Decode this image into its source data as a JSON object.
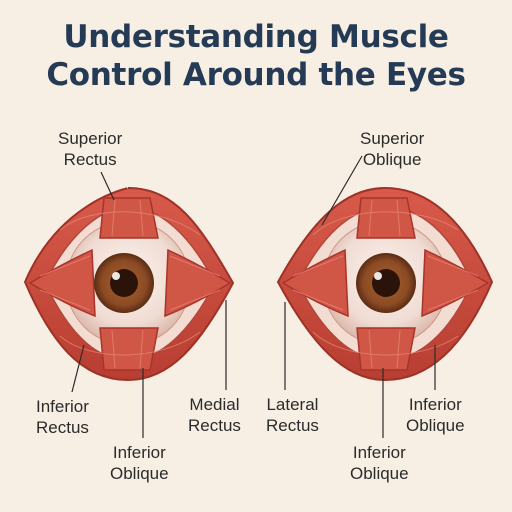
{
  "title": {
    "line1": "Understanding Muscle",
    "line2": "Control Around the Eyes"
  },
  "labels": {
    "left_superior_rectus": [
      "Superior",
      "Rectus"
    ],
    "left_inferior_rectus": [
      "Inferior",
      "Rectus"
    ],
    "left_inferior_oblique": [
      "Inferior",
      "Oblique"
    ],
    "left_medial_rectus": [
      "Medial",
      "Rectus"
    ],
    "right_superior_oblique": [
      "Superior",
      "Oblique"
    ],
    "right_lateral_rectus": [
      "Lateral",
      "Rectus"
    ],
    "right_inferior_oblique_side": [
      "Inferior",
      "Oblique"
    ],
    "right_inferior_oblique_bottom": [
      "Inferior",
      "Oblique"
    ]
  },
  "colors": {
    "background": "#f7efe4",
    "title": "#243a55",
    "muscle": "#cf4a3c",
    "muscle_dark": "#a8342a",
    "sclera": "#f1e2da",
    "iris": "#8a4a24",
    "pupil": "#2a140a"
  }
}
